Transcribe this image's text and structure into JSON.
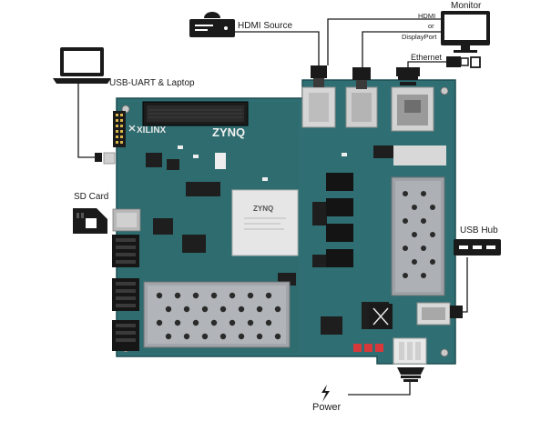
{
  "labels": {
    "hdmi_source": "HDMI Source",
    "monitor": "Monitor",
    "monitor_hdmi": "HDMI",
    "monitor_or": "or",
    "monitor_displayport": "DisplayPort",
    "ethernet": "Ethernet",
    "usb_uart": "USB-UART & Laptop",
    "sd_card": "SD Card",
    "usb_hub": "USB Hub",
    "power": "Power"
  },
  "board": {
    "vendor": "XILINX",
    "chip_brand": "ZYNQ",
    "chip_brand_chip": "ZYNQ"
  },
  "colors": {
    "pcb": "#2f6e72",
    "pcb_dark": "#24585c",
    "cable": "#1a1a1a",
    "heatsink": "#9a9ea2",
    "chip": "#e6e6e6"
  }
}
